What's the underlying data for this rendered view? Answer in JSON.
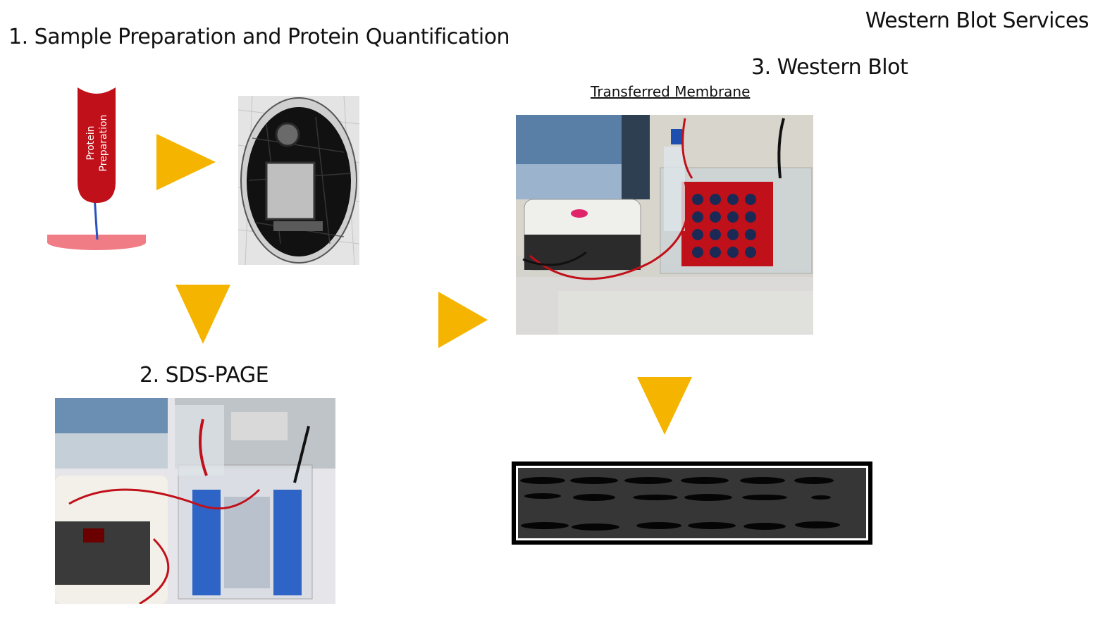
{
  "header": {
    "title": "Western Blot Services"
  },
  "steps": {
    "step1": "1. Sample Preparation and Protein Quantification",
    "step2": "2. SDS-PAGE",
    "step3": "3. Western Blot"
  },
  "tube": {
    "label_line1": "Protein",
    "label_line2": "Preparation"
  },
  "membrane": {
    "label": "Transferred Membrane"
  },
  "colors": {
    "arrow": "#f5b400",
    "tube": "#c0101a",
    "dish": "#f07c85"
  },
  "icons": [
    "arrow-right-icon",
    "arrow-down-icon",
    "pipette-tube-icon",
    "petri-dish-icon",
    "quantification-sketch-image",
    "transfer-apparatus-photo",
    "sds-page-apparatus-photo",
    "western-blot-film-image"
  ]
}
